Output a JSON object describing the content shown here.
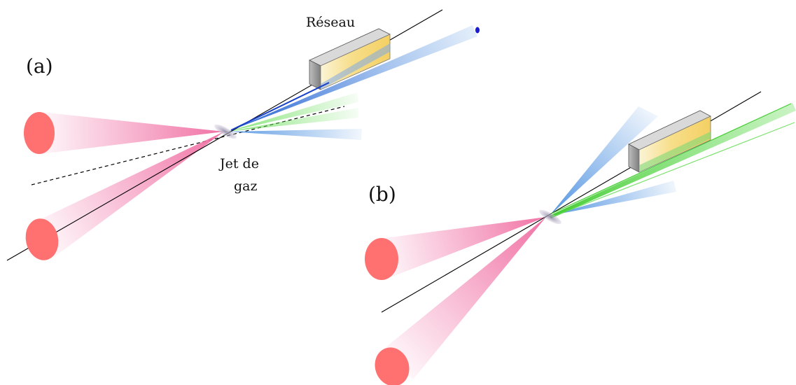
{
  "figure": {
    "panel_a": {
      "label": "(a)",
      "grating_label": "Réseau",
      "gas_jet_label_line1": "Jet de",
      "gas_jet_label_line2": "gaz"
    },
    "panel_b": {
      "label": "(b)"
    }
  },
  "colors": {
    "laser_source": "#FF7070",
    "laser_beam": "#F06AA0",
    "harmonic_blue": "#4A8FE0",
    "harmonic_green": "#66DD55",
    "grating_face": "#F6D86A",
    "grating_side": "#9A9A9A",
    "gas_jet": "#B9B3C6",
    "focus_dot": "#1A1AD0",
    "axis_line": "#000000"
  }
}
